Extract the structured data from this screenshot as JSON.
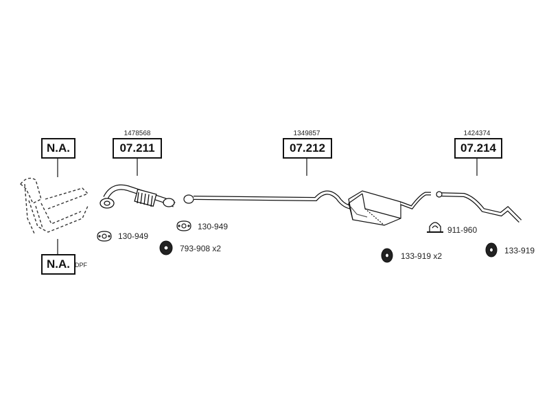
{
  "parts": {
    "front_na": "N.A.",
    "dpf_na": "N.A.",
    "dpf_tag": "DPF",
    "part_07_211": {
      "label": "07.211",
      "ref": "1478568"
    },
    "part_07_212": {
      "label": "07.212",
      "ref": "1349857"
    },
    "part_07_214": {
      "label": "07.214",
      "ref": "1424374"
    }
  },
  "accessories": {
    "gasket_a": "130-949",
    "gasket_b": "130-949",
    "rubber_mount_a": "793-908 x2",
    "clamp": "911-960",
    "rubber_mount_b": "133-919 x2",
    "rubber_mount_c": "133-919"
  },
  "colors": {
    "line": "#111111",
    "fill_dark": "#222222",
    "fill_light": "#ffffff"
  }
}
